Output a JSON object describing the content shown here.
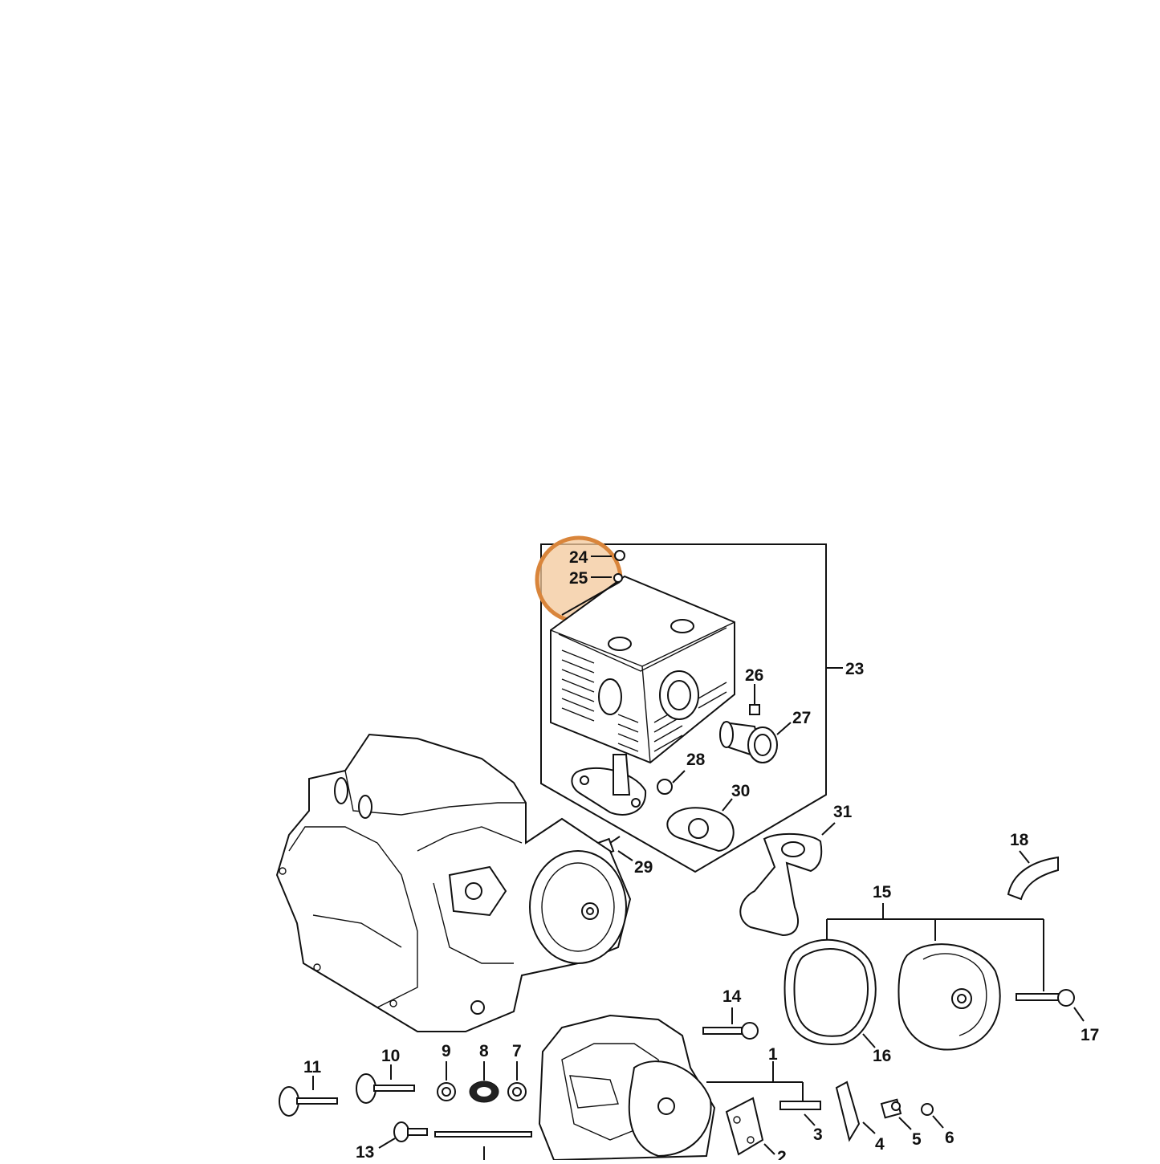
{
  "diagram": {
    "highlight_color": "#d9853b",
    "highlight_fill": "#f3c89b",
    "callouts": [
      "24",
      "25",
      "23",
      "26",
      "27",
      "28",
      "30",
      "29",
      "31",
      "18",
      "15",
      "17",
      "16",
      "14",
      "1",
      "11",
      "10",
      "9",
      "8",
      "7",
      "13",
      "3",
      "4",
      "5",
      "6",
      "2"
    ]
  }
}
